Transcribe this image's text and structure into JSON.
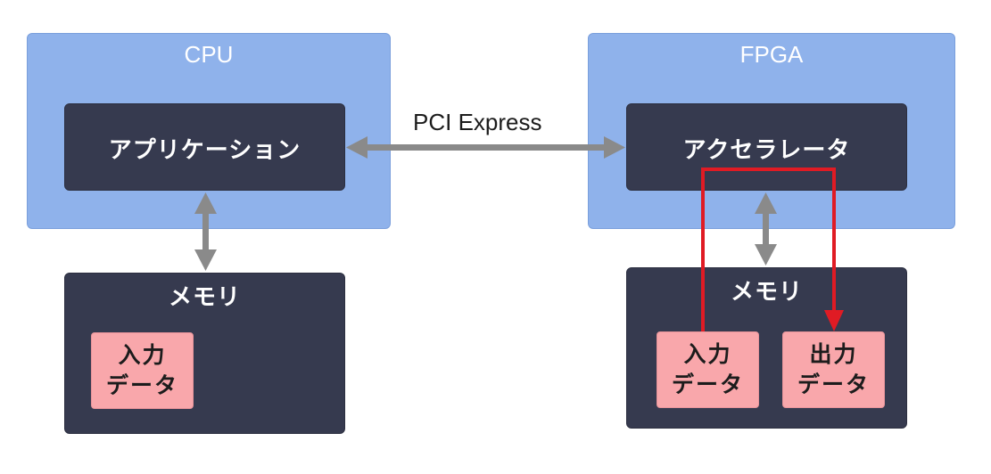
{
  "cpu": {
    "title": "CPU",
    "application_label": "アプリケーション"
  },
  "fpga": {
    "title": "FPGA",
    "accelerator_label": "アクセラレータ"
  },
  "link": {
    "label": "PCI Express"
  },
  "cpu_memory": {
    "label": "メモリ",
    "input_data": {
      "line1": "入力",
      "line2": "データ"
    }
  },
  "fpga_memory": {
    "label": "メモリ",
    "input_data": {
      "line1": "入力",
      "line2": "データ"
    },
    "output_data": {
      "line1": "出力",
      "line2": "データ"
    }
  },
  "colors": {
    "panel": "#8fb2eb",
    "dark_box": "#363a4f",
    "data_box": "#f9a7ab",
    "connector": "#8a8a8a",
    "data_flow": "#e01b24"
  }
}
